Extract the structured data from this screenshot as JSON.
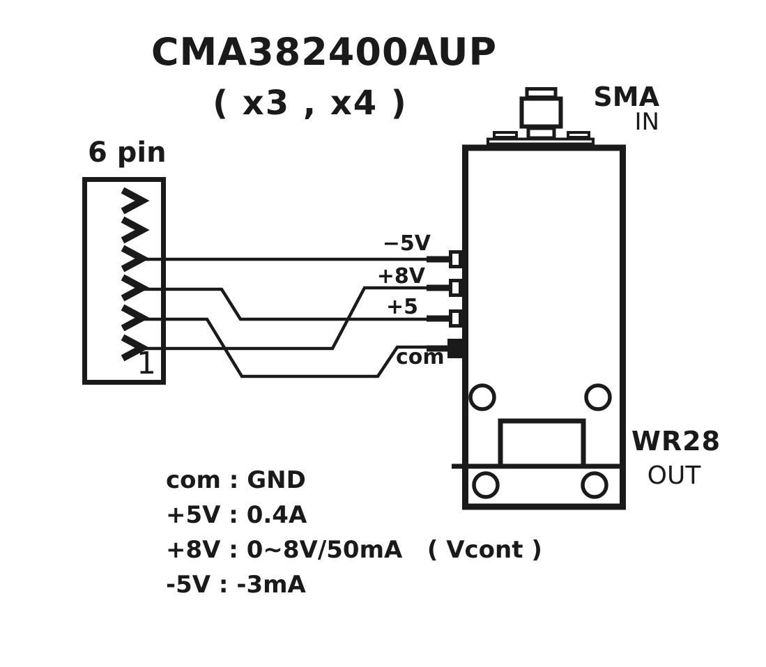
{
  "colors": {
    "ink": "#1a1a1a",
    "background": "#ffffff"
  },
  "title": {
    "model": "CMA382400AUP",
    "variant": "( x3 , x4 )"
  },
  "connector": {
    "label": "6 pin",
    "pin_count": 6,
    "pin1_marker": "1"
  },
  "signals": [
    {
      "label": "−5V"
    },
    {
      "label": "+8V"
    },
    {
      "label": "+5"
    },
    {
      "label": "com"
    }
  ],
  "rf": {
    "input_connector": "SMA",
    "input_direction": "IN",
    "output_connector": "WR28",
    "output_direction": "OUT"
  },
  "legend": [
    "com : GND",
    "+5V : 0.4A",
    "+8V : 0∼8V/50mA   ( Vcont )",
    "-5V : -3mA"
  ]
}
